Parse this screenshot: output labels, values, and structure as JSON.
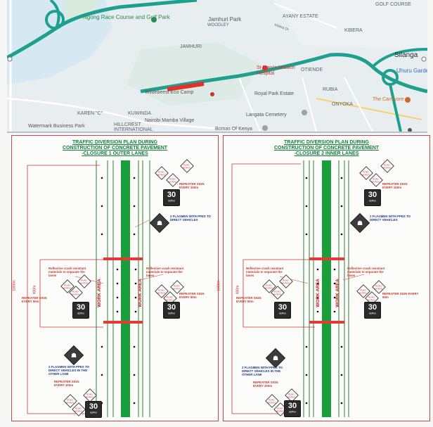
{
  "map": {
    "labels": {
      "golf_course": "GOLF COURSE",
      "race_course": "Ngong Race Course and Golf Park",
      "woodley": "WOODLEY",
      "jamhuri_park": "Jamhuri Park",
      "jamhuri": "JAMHURI",
      "ayany": "AYANY ESTATE",
      "kibera": "KIBERA",
      "silanga": "Silanga",
      "uhuru_gardens": "Uhuru Gardens",
      "st_marys": "St Mary's Mission Hospital",
      "otiende": "OTIENDE",
      "royal_park": "Royal Park Estate",
      "rubia": "RUBIA",
      "onyoka": "ONYOKA",
      "wildebeest": "Wildebeest Eco Camp",
      "karen_c": "KAREN \"C\"",
      "kuwinda": "KUWINDA",
      "nairobi_mamba": "Nairobi Mamba Village",
      "langata_cemetery": "Langata Cemetery",
      "carnivore": "The Carnivore",
      "watermark": "Watermark Business Park",
      "hillcrest": "HILLCREST INTERNATIONAL",
      "bomas": "Bomas Of Kenya",
      "kibera_dr": "Kibera Dr"
    },
    "colors": {
      "road": "#1fa08f",
      "closure": "#e0312f",
      "water": "#cfe6f2",
      "park": "#d9ebdc"
    }
  },
  "left_panel": {
    "title_lines": [
      "TRAFFIC DIVERSION PLAN DURING",
      "CONSTRUCTION OF CONCRETE PAVEMENT",
      "-CLOSURE 1 OUTER LANES"
    ],
    "work_area": "WORK AREA",
    "dim_total": "1000m",
    "dim_inner": "400m",
    "notes": {
      "repeater_top": "REPEATER SIGN EVERY 100m",
      "flagmen_top": "2 FLAGMEN WITH PPES TO DIRECT VEHICLES",
      "reflective_left": "Reflective crash resistant materials to separate the lanes",
      "reflective_right": "Reflective crash resistant materials to separate the lanes",
      "repeater_mid_left": "REPEATER SIGN EVERY 50m",
      "repeater_mid_right": "REPEATER SIGN EVERY 50m",
      "flagmen_bottom": "2 FLAGMEN WITH PPES TO DIRECT VEHICLES IN THE OTHER LANE",
      "repeater_bottom": "REPEATER SIGN EVERY 100m"
    }
  },
  "right_panel": {
    "title_lines": [
      "TRAFFIC DIVERSION PLAN DURING",
      "CONSTRUCTION OF CONCRETE PAVEMENT",
      "-CLOSURE 2 INNER LANES"
    ],
    "work_area": "WORK AREA",
    "dim_total": "1000m",
    "dim_inner": "400m",
    "notes": {
      "repeater_top": "REPEATER SIGN EVERY 100m",
      "flagmen_top": "2 FLAGMEN WITH PPES TO DIRECT VEHICLES",
      "reflective_left": "Reflective crash resistant materials to separate the lanes",
      "reflective_right": "Reflective crash resistant materials to separate the lanes",
      "repeater_mid_left": "REPEATER SIGN EVERY 50m",
      "repeater_mid_right": "REPEATER SIGN EVERY 50m",
      "flagmen_bottom": "2 FLAGMEN WITH PPES TO DIRECT VEHICLES IN THE OTHER LANE",
      "repeater_bottom": "REPEATER SIGN EVERY 100m"
    }
  },
  "signs": {
    "speed_value": "30",
    "speed_unit": "KPH",
    "warning_text": "ROAD WORKS"
  }
}
